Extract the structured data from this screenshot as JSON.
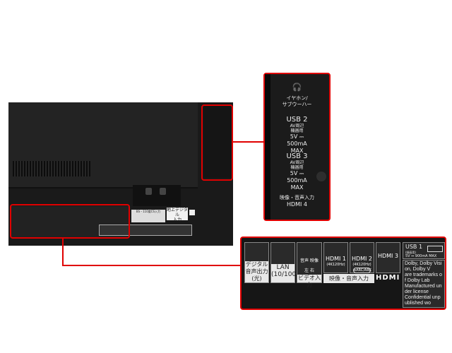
{
  "colors": {
    "callout": "#e00000",
    "tv_body": "#1a1a1a"
  },
  "side_panel": {
    "headphone_icon": "headphones-icon",
    "headphone_label": [
      "イヤホン/",
      "サブウーハー"
    ],
    "usb2": {
      "title": "USB 2",
      "sub": [
        "AV周辺",
        "機器用"
      ],
      "spec": [
        "5V ⎓",
        "500mA",
        "MAX"
      ]
    },
    "usb3": {
      "title": "USB 3",
      "sub": [
        "AV周辺",
        "機器用"
      ],
      "spec": [
        "5V ⎓",
        "500mA",
        "MAX"
      ]
    },
    "hdmi4": {
      "label": "映像・音声入力",
      "title": "HDMI 4"
    }
  },
  "bottom_panel": {
    "optical": [
      "デジタル",
      "音声出力",
      "(光)"
    ],
    "lan": [
      "LAN",
      "(10/100)"
    ],
    "video": {
      "audio": "音声",
      "video": "映像",
      "left": "左",
      "right": "右",
      "label": "ビデオ入力"
    },
    "hdmi1": {
      "title": "HDMI 1",
      "sub": "(4K120Hz)"
    },
    "hdmi2": {
      "title": "HDMI 2",
      "sub": "(4K120Hz)",
      "badge": "eARC/ARC"
    },
    "hdmi3": {
      "title": "HDMI 3"
    },
    "av_input": "映像・音声入力",
    "hdmi_logo": "HDMI",
    "usb1": {
      "title": "USB 1",
      "sub": "(録画用)",
      "spec": "5V ⎓ 900mA MAX"
    },
    "legal": [
      "Dolby, Dolby Vision, Dolby V",
      "are trademarks of Dolby Lab",
      "Manufactured under license",
      "Confidential unpublished wo"
    ]
  },
  "tv_labels": {
    "antenna": "BS・110度CS入力",
    "sticker": [
      "地上デジタル",
      "入力"
    ]
  }
}
